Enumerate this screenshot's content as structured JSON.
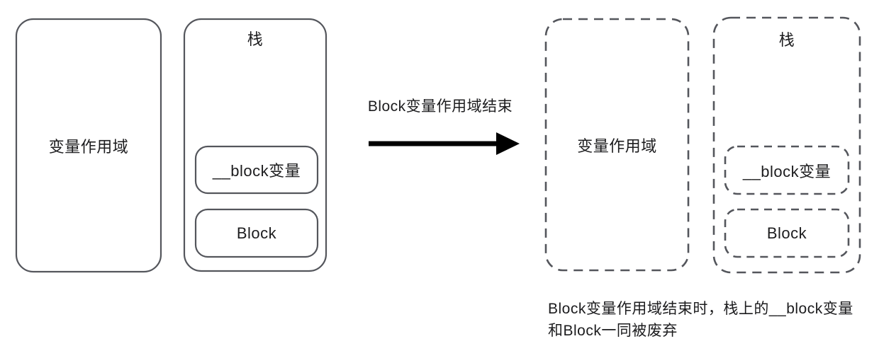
{
  "diagram": {
    "before": {
      "scope_label": "变量作用域",
      "stack_label": "栈",
      "block_var_label": "__block变量",
      "block_label": "Block"
    },
    "arrow": {
      "label": "Block变量作用域结束"
    },
    "after": {
      "scope_label": "变量作用域",
      "stack_label": "栈",
      "block_var_label": "__block变量",
      "block_label": "Block"
    },
    "caption": "Block变量作用域结束时，栈上的__block变量\n和Block一同被废弃",
    "colors": {
      "box_stroke": "#54565c",
      "text": "#1c1c1e",
      "arrow": "#000000"
    }
  }
}
